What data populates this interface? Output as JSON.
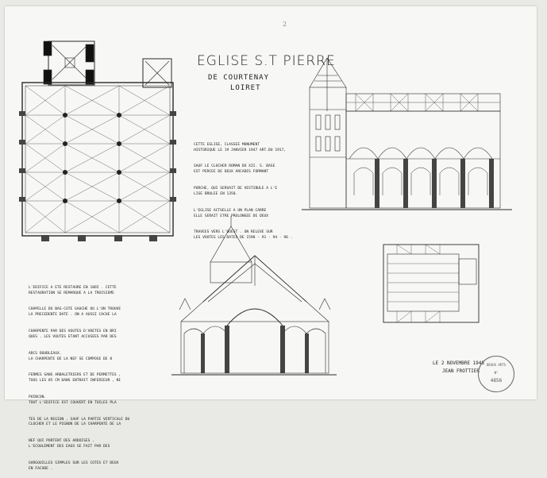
{
  "sheet": {
    "corner_mark": "2",
    "title": "EGLISE S.T PIERRE",
    "subtitle_1": "DE COURTENAY",
    "subtitle_2": "LOIRET",
    "description_lines": [
      "CETTE EGLISE, CLASSEE MONUMENT",
      "HISTORIQUE LE 19 JANVIER 1947 ART.DU 1917,",
      "SAUF LE CLOCHER ROMAN DU XII. S. BASE",
      "EST PERCEE DE DEUX ARCADES FORMANT",
      "PORCHE, QUI SERVAIT DE VESTIBULE A L'E",
      "LISE BRULEE EN 1358.",
      "L'EGLISE ACTUELLE A UN PLAN CARRE",
      "ELLE SERAIT ETRE PROLONGEE DE DEUX",
      "TRAVEES VERS L'OUEST . ON RELEVE SUR",
      "LES VOUTES LES DATES DE 1590 - 91 - 94 - 96 ."
    ],
    "notes_lines": [
      "L'EDIFICE A ETE RESTAURE EN 1865 . CETTE",
      "RESTAURATION SE REMARQUE A LA TROISIEME",
      "CHAPELLE DU BAS-COTE GAUCHE OU L'ON TROUVE",
      "LA PRECEDENTE DATE . ON A AUSSI CACHE LA",
      "CHARPENTE PAR DES VOUTES D'ARETES EN BRI",
      "QUES . LES VOUTES ETANT ACCUSEES PAR DES",
      "ARCS DOUBLEAUX.",
      "LA CHARPENTE DE LA NEF SE COMPOSE DE 8",
      "FERMES SANS ARBALETRIERS ET DE PERMETTES ,",
      "TOUS LES 85 CM DANS ENTRAIT INFERIEUR , NI",
      "POINCON.",
      "TOUT L'EDIFICE EST COUVERT EN TUILES PLA",
      "TES DE LA REGION , SAUF LA PARTIE VERTICALE DU",
      "CLOCHER ET LE PIGNON DE LA CHARPENTE DE LA",
      "NEF QUI PORTENT DES ARDOISES .",
      "L'ECOULEMENT DES EAUX SE FAIT PAR DES",
      "GARGOUILLES SIMPLES SUR LES COTES ET DEUX",
      "EN FACADE ."
    ],
    "date": "LE 2 NOVEMBRE 1948",
    "author": "JEAN FROTTIER",
    "stamp_lines": [
      "BEAUX ARTS",
      "N°",
      "4856"
    ]
  }
}
